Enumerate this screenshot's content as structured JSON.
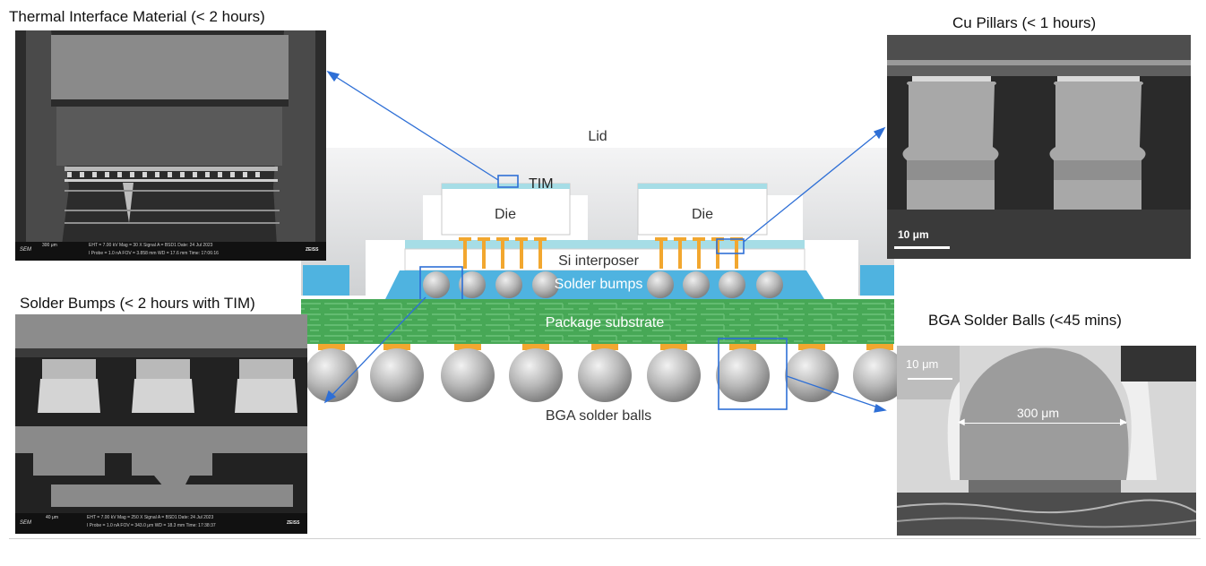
{
  "panels": {
    "tim": {
      "title": "Thermal Interface Material (< 2 hours)",
      "sem_label": "SEM",
      "scale": "300 μm",
      "info": "EHT = 7.00 kV   Mag = 30 X   Signal A = BSD1   Date: 24 Jul 2023",
      "info2": "I Probe = 1.0 nA   FOV = 3.858 mm   WD = 17.6 mm   Time: 17:06:16",
      "brand": "ZEISS"
    },
    "cu": {
      "title": "Cu Pillars (< 1 hours)",
      "scale": "10 μm"
    },
    "bumps": {
      "title": "Solder Bumps (< 2 hours with TIM)",
      "sem_label": "SEM",
      "scale": "40 μm",
      "info": "EHT = 7.00 kV   Mag = 250 X   Signal A = BSD1   Date: 24 Jul 2023",
      "info2": "I Probe = 1.0 nA   FOV = 343.0 μm   WD = 18.3 mm   Time: 17:38:37",
      "brand": "ZEISS"
    },
    "bga": {
      "title": "BGA Solder Balls (<45 mins)",
      "scale": "10 μm",
      "diameter": "300 μm"
    }
  },
  "diagram": {
    "lid": "Lid",
    "tim": "TIM",
    "die": [
      "Die",
      "Die"
    ],
    "interposer": "Si interposer",
    "bumps": "Solder bumps",
    "substrate": "Package substrate",
    "balls": "BGA solder balls"
  },
  "colors": {
    "lid": "#d4d6d8",
    "tim": "#a6dde6",
    "pillar": "#f2a72f",
    "underfill": "#4fb3e0",
    "substrate": "#3aa24a",
    "ball": "#a9a9a9",
    "callout": "#2e6fd6"
  }
}
